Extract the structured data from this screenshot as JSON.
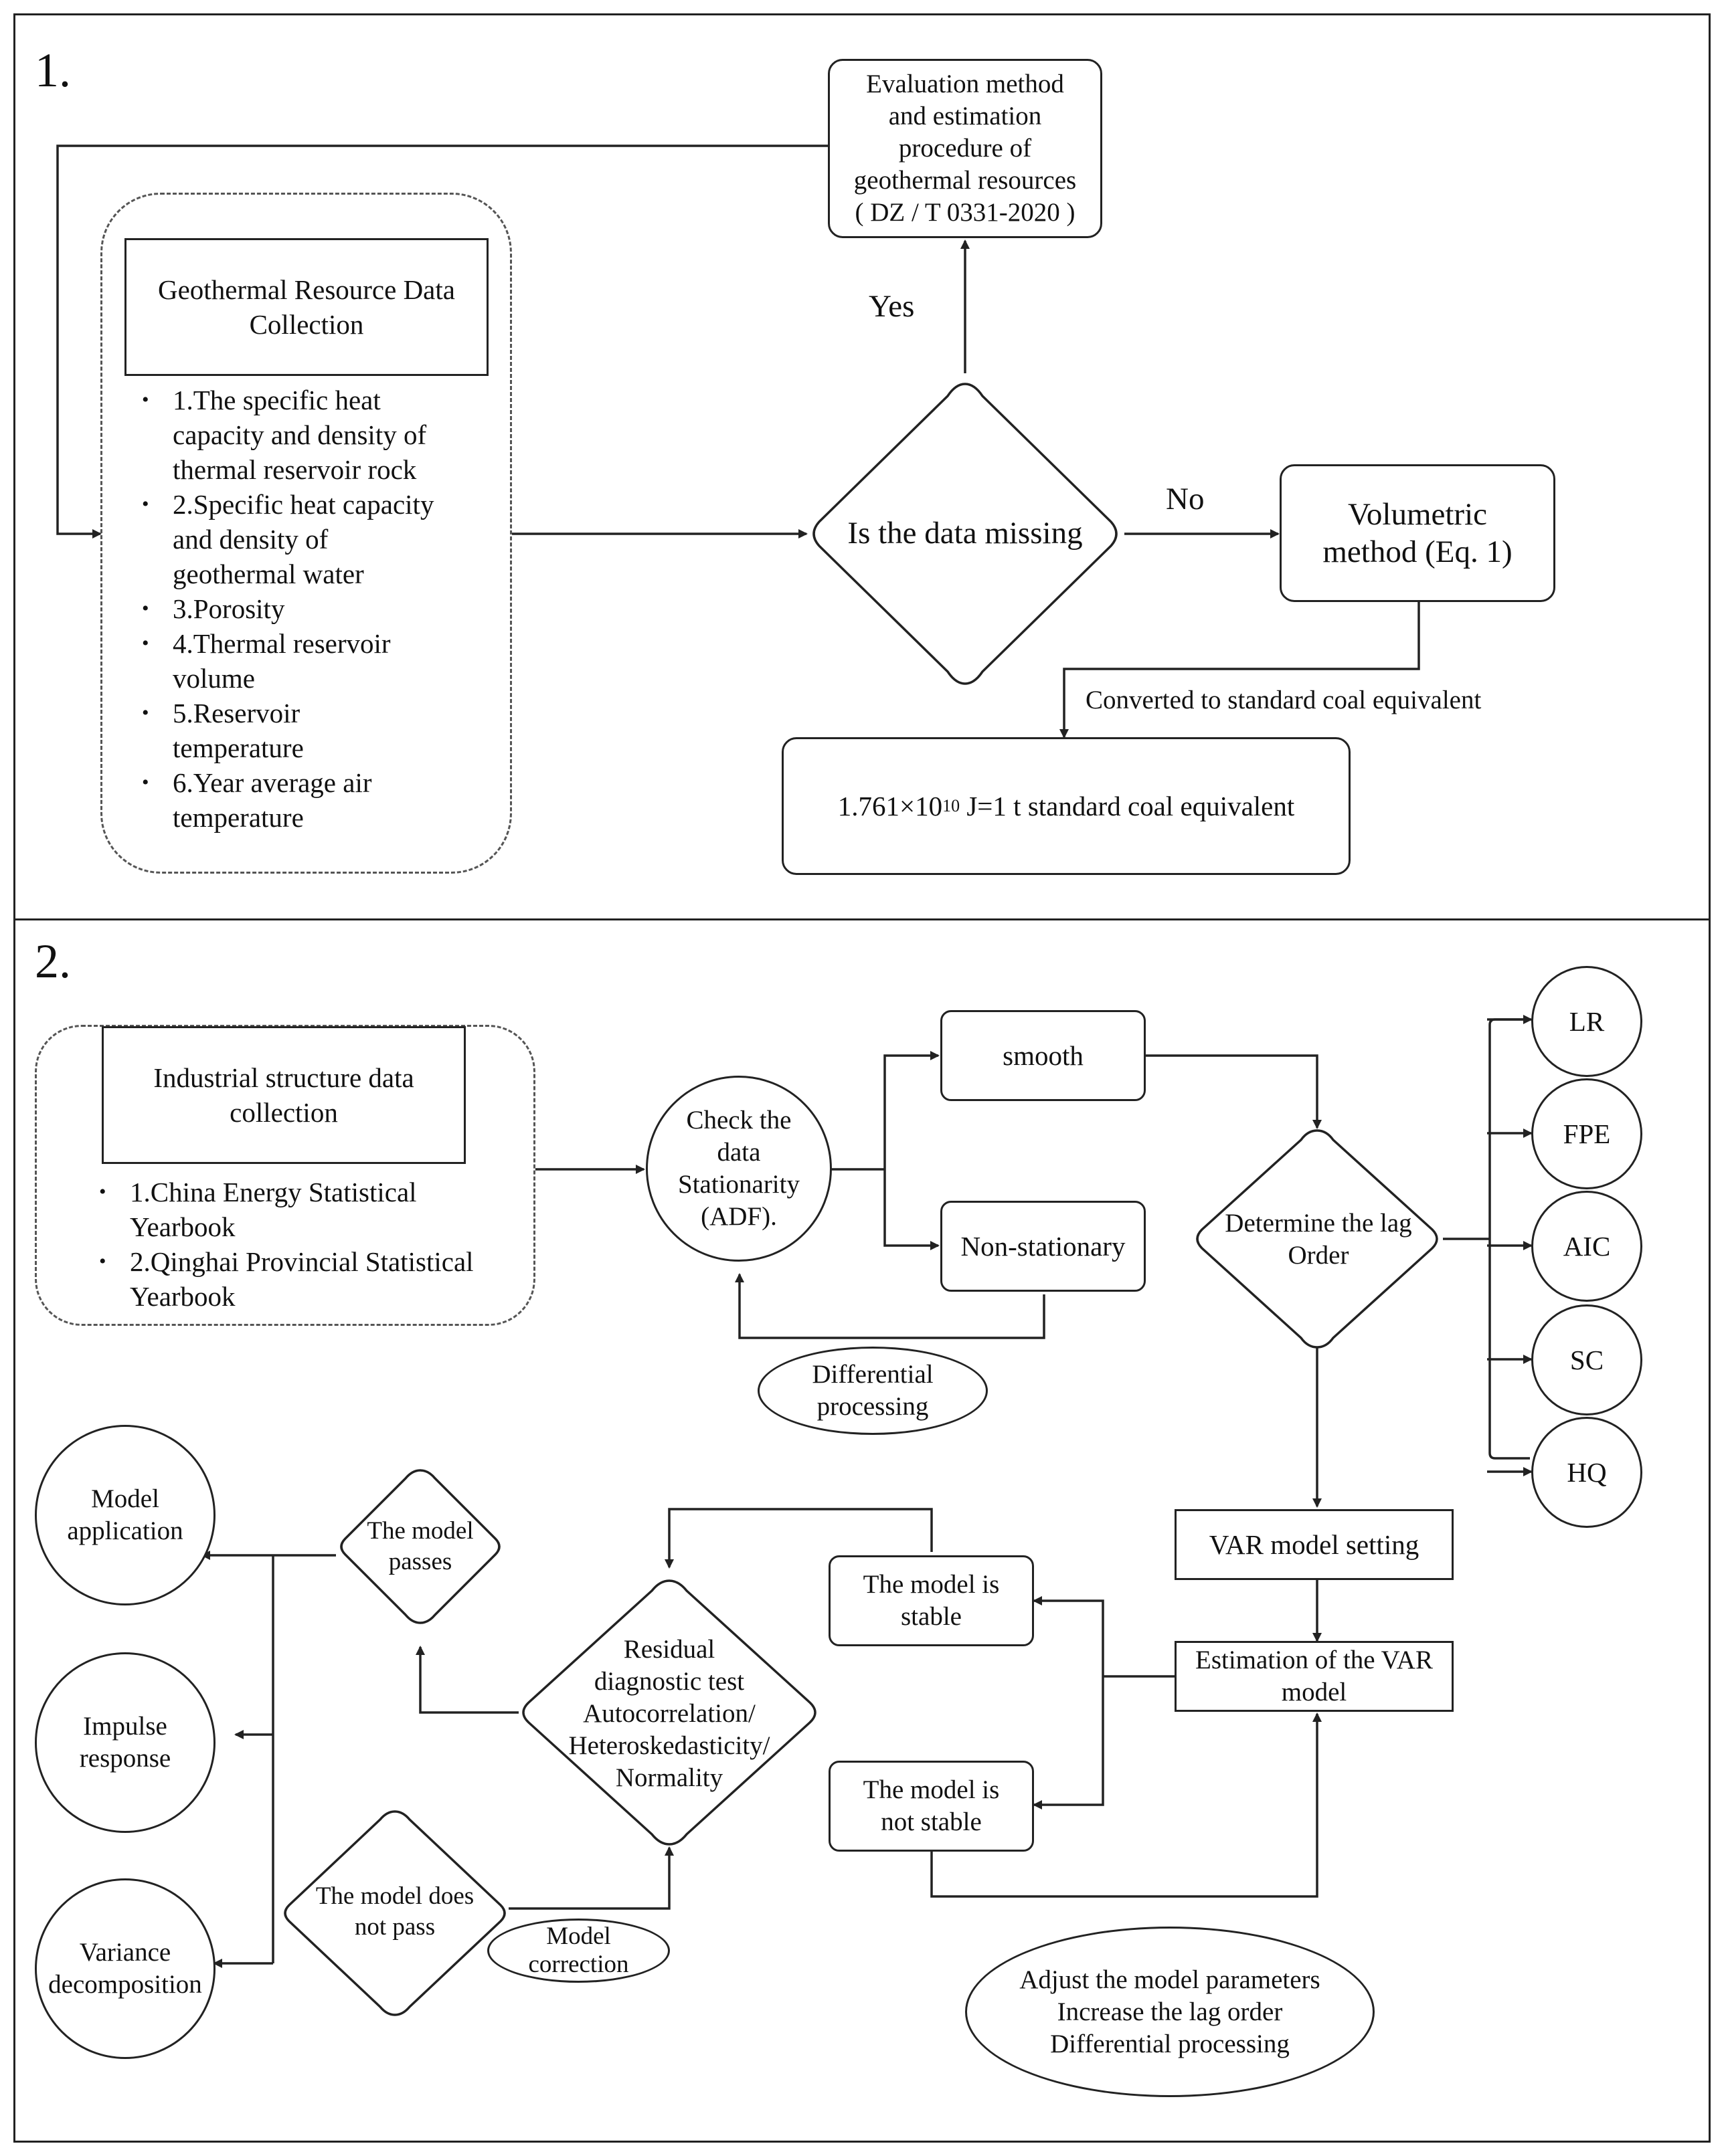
{
  "panel1": {
    "number": "1.",
    "standard_box": "Evaluation method\nand estimation\nprocedure of\ngeothermal resources\n( DZ / T 0331-2020 )",
    "collection_title": "Geothermal Resource Data\nCollection",
    "collection_items": [
      "1.The specific heat\ncapacity and density of\nthermal reservoir rock",
      "2.Specific heat capacity\nand density of\ngeothermal water",
      "3.Porosity",
      "4.Thermal reservoir\nvolume",
      "5.Reservoir\ntemperature",
      "6.Year average air\ntemperature"
    ],
    "decision": "Is the data missing",
    "yes_label": "Yes",
    "no_label": "No",
    "volumetric_box": "Volumetric\nmethod (Eq. 1)",
    "converted_label": "Converted to standard coal equivalent",
    "result_box_prefix": "1.761×10",
    "result_box_exp": "10",
    "result_box_suffix": " J=1 t standard coal equivalent"
  },
  "panel2": {
    "number": "2.",
    "collection_title": "Industrial structure data\ncollection",
    "collection_items": [
      "1.China Energy Statistical\nYearbook",
      "2.Qinghai Provincial Statistical\nYearbook"
    ],
    "check_circle": "Check the\ndata\nStationarity\n(ADF).",
    "smooth_box": "smooth",
    "nonstationary_box": "Non-stationary",
    "differential_ellipse": "Differential\nprocessing",
    "lag_diamond": "Determine the lag\nOrder",
    "criteria": [
      "LR",
      "FPE",
      "AIC",
      "SC",
      "HQ"
    ],
    "var_setting_box": "VAR model setting",
    "estimation_box": "Estimation of the VAR\nmodel",
    "stable_box": "The model is\nstable",
    "not_stable_box": "The model is\nnot stable",
    "residual_diamond": "Residual\ndiagnostic test\nAutocorrelation/\nHeteroskedasticity/\nNormality",
    "passes_diamond": "The model\npasses",
    "not_pass_diamond": "The model does\nnot pass",
    "correction_ellipse": "Model\ncorrection",
    "adjust_ellipse": "Adjust the model parameters\nIncrease the lag order\nDifferential processing",
    "application_circle": "Model\napplication",
    "impulse_circle": "Impulse\nresponse",
    "variance_circle": "Variance\ndecomposition"
  },
  "colors": {
    "line": "#222222",
    "dashed": "#555555",
    "background": "#ffffff"
  }
}
